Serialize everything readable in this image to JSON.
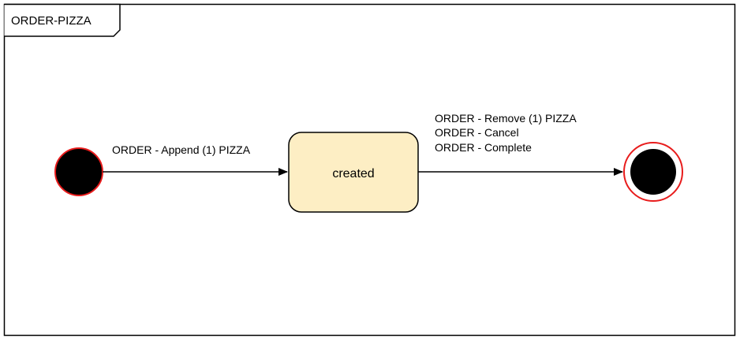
{
  "diagram": {
    "frame_title": "ORDER-PIZZA",
    "state": {
      "label": "created"
    },
    "transitions": {
      "append": "ORDER - Append (1) PIZZA",
      "remove": "ORDER - Remove (1) PIZZA",
      "cancel": "ORDER - Cancel",
      "complete": "ORDER - Complete"
    },
    "colors": {
      "state_fill": "#fdeec4",
      "node_stroke": "#e81c1c",
      "node_fill": "#000000"
    }
  }
}
